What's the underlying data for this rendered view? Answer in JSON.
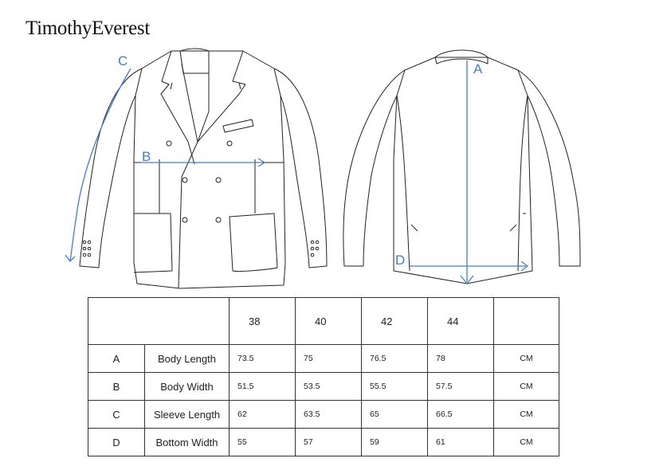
{
  "brand": "TimothyEverest",
  "diagram": {
    "front_labels": [
      "C",
      "B"
    ],
    "back_labels": [
      "A",
      "D"
    ],
    "line_color": "#4a7cc0"
  },
  "table": {
    "sizes": [
      "38",
      "40",
      "42",
      "44"
    ],
    "rows": [
      {
        "code": "A",
        "name": "Body Length",
        "values": [
          "73.5",
          "75",
          "76.5",
          "78"
        ],
        "unit": "CM"
      },
      {
        "code": "B",
        "name": "Body Width",
        "values": [
          "51.5",
          "53.5",
          "55.5",
          "57.5"
        ],
        "unit": "CM"
      },
      {
        "code": "C",
        "name": "Sleeve Length",
        "values": [
          "62",
          "63.5",
          "65",
          "66.5"
        ],
        "unit": "CM"
      },
      {
        "code": "D",
        "name": "Bottom Width",
        "values": [
          "55",
          "57",
          "59",
          "61"
        ],
        "unit": "CM"
      }
    ]
  }
}
